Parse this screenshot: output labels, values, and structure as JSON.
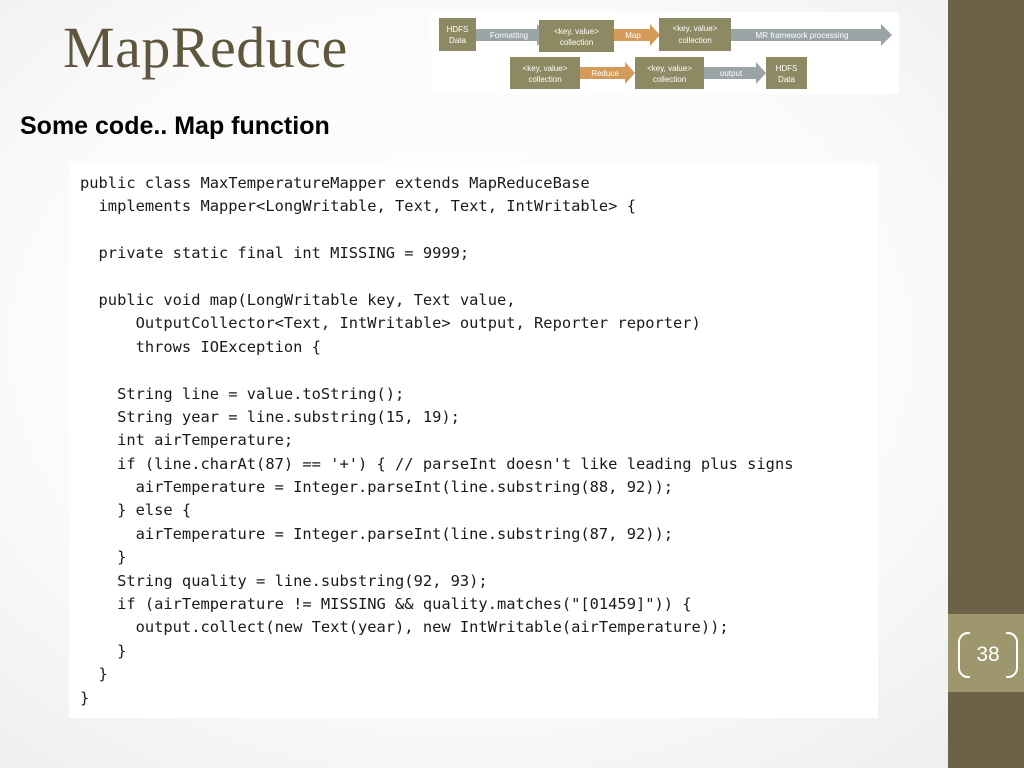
{
  "slide": {
    "title": "MapReduce",
    "subtitle": "Some code.. Map function",
    "page_number": "38"
  },
  "flow_diagram": {
    "boxes": [
      {
        "line1": "HDFS",
        "line2": "Data"
      },
      {
        "line1": "<key, value>",
        "line2": "collection"
      },
      {
        "line1": "<key, value>",
        "line2": "collection"
      },
      {
        "line1": "<key, value>",
        "line2": "collection"
      },
      {
        "line1": "<key, value>",
        "line2": "collection"
      },
      {
        "line1": "HDFS",
        "line2": "Data"
      }
    ],
    "arrows": [
      "Formatting",
      "Map",
      "MR framework processing",
      "Reduce",
      "output"
    ]
  },
  "code": {
    "lines": [
      "public class MaxTemperatureMapper extends MapReduceBase",
      "  implements Mapper<LongWritable, Text, Text, IntWritable> {",
      "",
      "  private static final int MISSING = 9999;",
      "",
      "  public void map(LongWritable key, Text value,",
      "      OutputCollector<Text, IntWritable> output, Reporter reporter)",
      "      throws IOException {",
      "",
      "    String line = value.toString();",
      "    String year = line.substring(15, 19);",
      "    int airTemperature;",
      "    if (line.charAt(87) == '+') { // parseInt doesn't like leading plus signs",
      "      airTemperature = Integer.parseInt(line.substring(88, 92));",
      "    } else {",
      "      airTemperature = Integer.parseInt(line.substring(87, 92));",
      "    }",
      "    String quality = line.substring(92, 93);",
      "    if (airTemperature != MISSING && quality.matches(\"[01459]\")) {",
      "      output.collect(new Text(year), new IntWritable(airTemperature));",
      "    }",
      "  }",
      "}"
    ]
  },
  "colors": {
    "title": "#5f573d",
    "side_bar": "#6b6247",
    "page_box": "#9e976d",
    "diagram_box": "#8c8963",
    "diagram_arrow_gray": "#9aa4a6",
    "diagram_arrow_orange": "#d49a5a"
  }
}
